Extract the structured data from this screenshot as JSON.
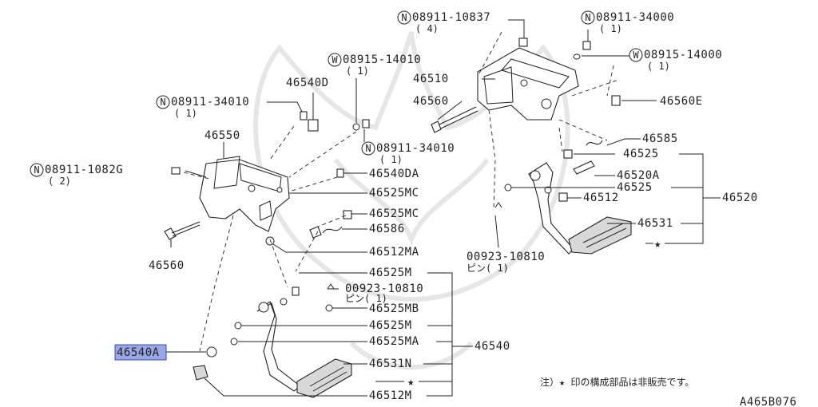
{
  "marks": {
    "n": "N",
    "w": "W"
  },
  "labels": {
    "n_08911_10837": "08911-10837",
    "n_08911_34000": "08911-34000",
    "w_08915_14000": "08915-14000",
    "w_08915_14010": "08915-14010",
    "n_08911_34010": "08911-34010",
    "n_08911_1082G": "08911-1082G",
    "qty_1": "( 1)",
    "qty_2": "( 2)",
    "qty_4": "( 4)",
    "p46510": "46510",
    "p46540D": "46540D",
    "p46560": "46560",
    "p46560E": "46560E",
    "p46550": "46550",
    "p46585": "46585",
    "p46525": "46525",
    "p46540DA": "46540DA",
    "p46520A": "46520A",
    "p46525MC": "46525MC",
    "p46520": "46520",
    "p46512": "46512",
    "p46531": "46531",
    "p46586": "46586",
    "p46512MA": "46512MA",
    "p00923_10810": "00923-10810",
    "pin_qty_1": "ピン( 1)",
    "p46525M": "46525M",
    "p46525MB": "46525MB",
    "p46525MA": "46525MA",
    "p46540": "46540",
    "p46540A": "46540A",
    "p46531N": "46531N",
    "p46512M": "46512M",
    "star": "★"
  },
  "footnote": "注）★ 印の構成部品は非販売です。",
  "diagram_code": "A465B076"
}
